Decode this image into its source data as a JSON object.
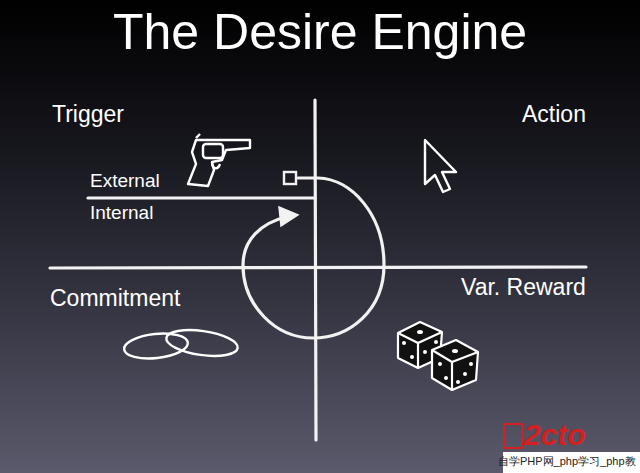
{
  "diagram": {
    "title": "The Desire Engine",
    "labels": [
      "Trigger",
      "Action",
      "External",
      "Internal",
      "Commitment",
      "Var. Reward",
      "2cto",
      "自学PHP网_php学习_php教"
    ]
  }
}
